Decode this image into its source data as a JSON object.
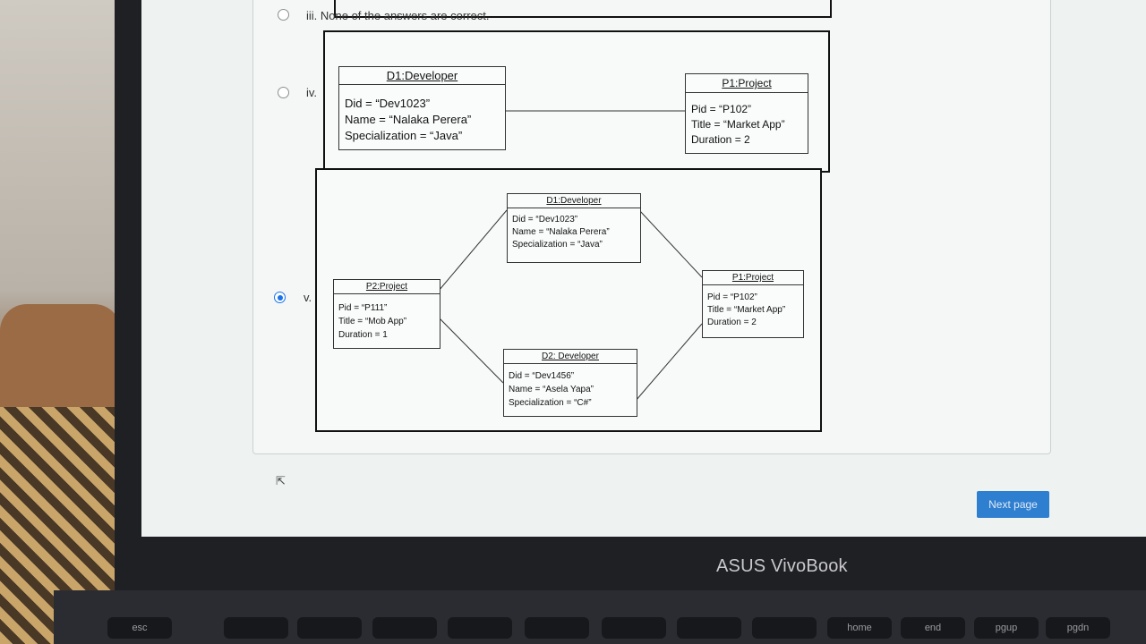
{
  "options": [
    {
      "label": "iii. None of the answers are correct.",
      "selected": false
    },
    {
      "label": "iv.",
      "selected": false
    },
    {
      "label": "v.",
      "selected": true
    }
  ],
  "diagram_iv": {
    "developer": {
      "title": "D1:Developer",
      "lines": [
        "Did = “Dev1023”",
        "Name = “Nalaka Perera”",
        "Specialization = “Java”"
      ]
    },
    "project": {
      "title": "P1:Project",
      "lines": [
        "Pid = “P102”",
        "Title = “Market App”",
        "Duration = 2"
      ]
    }
  },
  "diagram_v": {
    "d1": {
      "title": "D1:Developer",
      "lines": [
        "Did = “Dev1023”",
        "Name = “Nalaka Perera”",
        "Specialization = “Java”"
      ]
    },
    "p1": {
      "title": "P1:Project",
      "lines": [
        "Pid = “P102”",
        "Title = “Market App”",
        "Duration = 2"
      ]
    },
    "p2": {
      "title": "P2:Project",
      "lines": [
        "Pid = “P111”",
        "Title = “Mob App”",
        "Duration = 1"
      ]
    },
    "d2": {
      "title": "D2: Developer",
      "lines": [
        "Did = “Dev1456”",
        "Name = “Asela Yapa”",
        "Specialization = “C#”"
      ]
    }
  },
  "next_button": "Next page",
  "laptop_brand": "ASUS VivoBook",
  "keys": [
    "esc",
    "home",
    "end",
    "pgup",
    "pgdn"
  ],
  "colors": {
    "accent": "#2f7fd1",
    "selected_radio": "#1a73e8"
  }
}
